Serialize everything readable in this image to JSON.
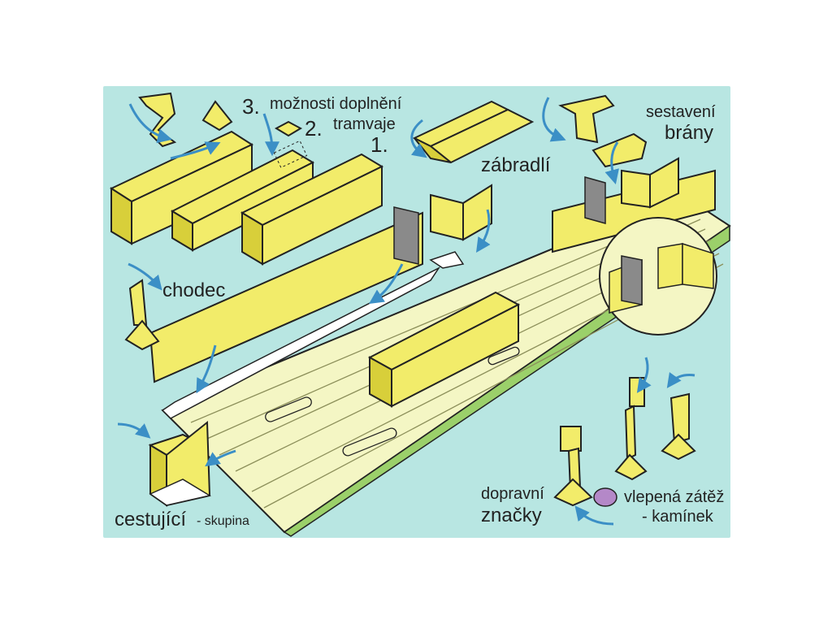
{
  "labels": {
    "options_title_line1": "možnosti doplnění",
    "options_title_line2": "tramvaje",
    "step_3": "3.",
    "step_2": "2.",
    "step_1": "1.",
    "railing": "zábradlí",
    "gate_line1": "sestavení",
    "gate_line2": "brány",
    "pedestrian": "chodec",
    "passenger_main": "cestující",
    "passenger_sub": "- skupina",
    "signs_line1": "dopravní",
    "signs_line2": "značky",
    "weight_line1": "vlepená zátěž",
    "weight_line2": "- kamínek"
  },
  "colors": {
    "background": "#b8e6e2",
    "yellow": "#f2ec6a",
    "yellow_side": "#d8cf3a",
    "track_base": "#f4f6c4",
    "track_stripe": "#e6ea9a",
    "grass": "#9bd06a",
    "outline": "#222222",
    "arrow": "#3b8fc6",
    "grey": "#8a8a8a",
    "pebble": "#b488c8"
  },
  "icons": [
    "curved-arrow-icon",
    "pebble-icon"
  ]
}
